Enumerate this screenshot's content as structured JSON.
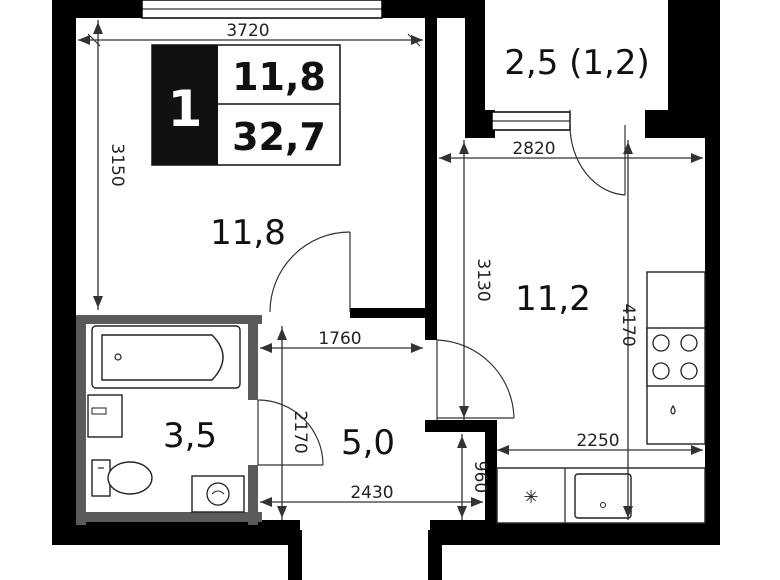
{
  "summary": {
    "rooms_count": "1",
    "living_area": "11,8",
    "total_area": "32,7"
  },
  "rooms": {
    "living_room": "11,8",
    "kitchen": "11,2",
    "bathroom": "3,5",
    "hallway": "5,0",
    "balcony": "2,5 (1,2)"
  },
  "dimensions": {
    "living_width": "3720",
    "living_depth": "3150",
    "kitchen_width": "2820",
    "kitchen_depth": "3130",
    "kitchen_full_depth": "4170",
    "kitchen_counter": "2250",
    "hall_width_top": "1760",
    "hall_width_bottom": "2430",
    "bath_depth": "2170",
    "niche_depth": "960"
  },
  "colors": {
    "wall": "#000000",
    "bathroom_wall": "#5a5a5a",
    "badge_bg": "#111111",
    "badge_text": "#ffffff"
  }
}
